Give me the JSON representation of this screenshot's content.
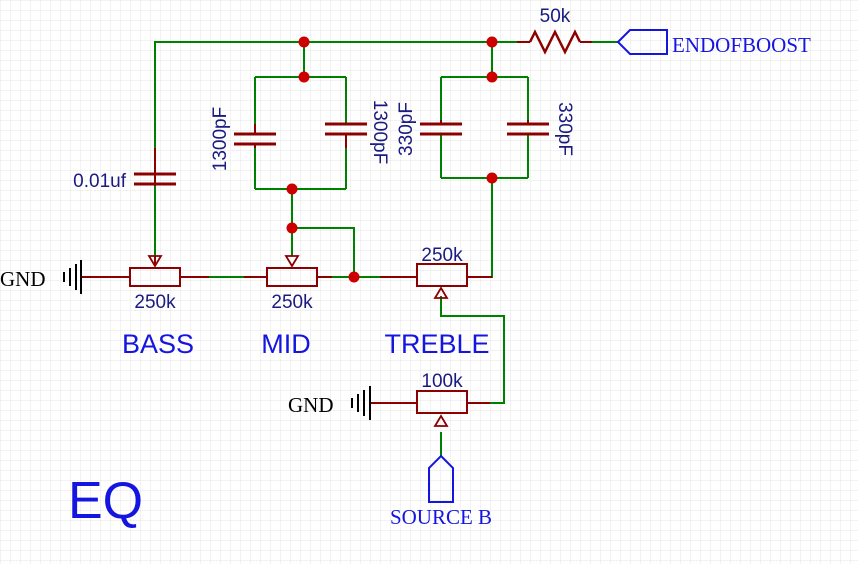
{
  "labels": {
    "r_boost": "50k",
    "net_endofboost": "ENDOFBOOST",
    "c_bass": "0.01uf",
    "c_mid_a": "1300pF",
    "c_mid_b": "1300pF",
    "c_treble_a": "330pF",
    "c_treble_b": "330pF",
    "pot_bass": "250k",
    "pot_mid": "250k",
    "pot_treble": "250k",
    "pot_volume": "100k",
    "gnd_top": "GND",
    "gnd_bottom": "GND",
    "bass": "BASS",
    "mid": "MID",
    "treble": "TREBLE",
    "net_source_b": "SOURCE B",
    "title": "EQ"
  },
  "colors": {
    "wire": "#008000",
    "component": "#8b0000",
    "junction": "#cc0000",
    "text_dark": "#1a1a80",
    "text_blue": "#1515e0",
    "port": "#1515e0",
    "ground": "#000000",
    "grid": "#e4e4e4"
  }
}
